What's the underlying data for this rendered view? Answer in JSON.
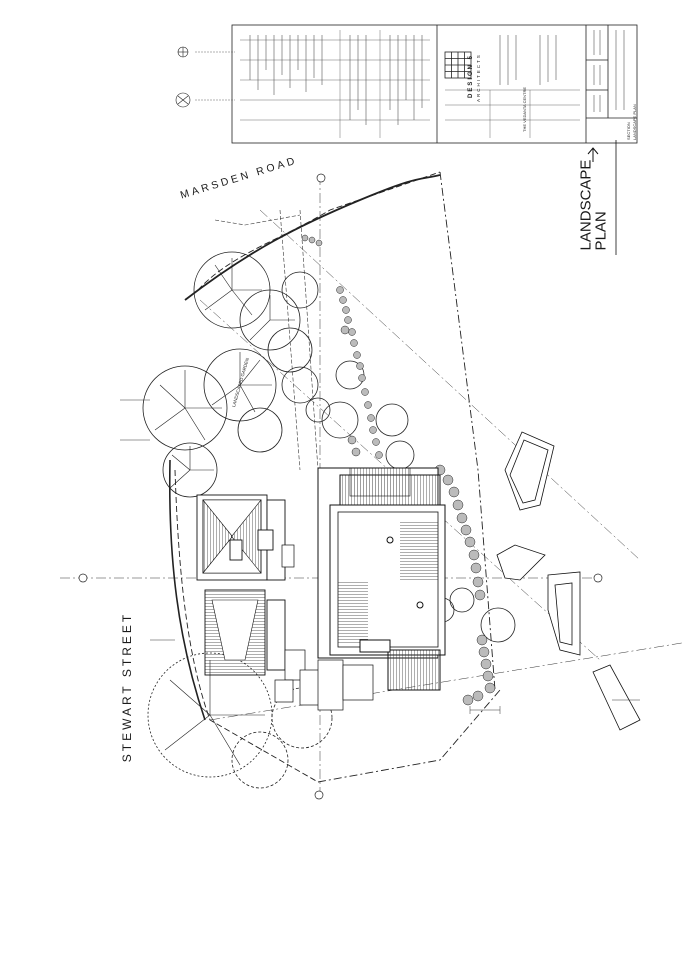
{
  "streets": {
    "stewart": "STEWART STREET",
    "marsden": "MARSDEN ROAD"
  },
  "title": {
    "line1": "LANDSCAPE",
    "line2": "PLAN"
  },
  "firm": {
    "name": "DESIGN 5",
    "sub": "ARCHITECTS"
  },
  "project": {
    "name": "THE VEDANTA CENTRE",
    "sheet_title": "LANDSCAPE PLAN",
    "section": "SECTION"
  },
  "site_labels": {
    "garden": "LANDSCAPED GARDEN"
  },
  "colors": {
    "ink": "#1a1a1a",
    "hatch": "#333333",
    "paper": "#ffffff"
  }
}
